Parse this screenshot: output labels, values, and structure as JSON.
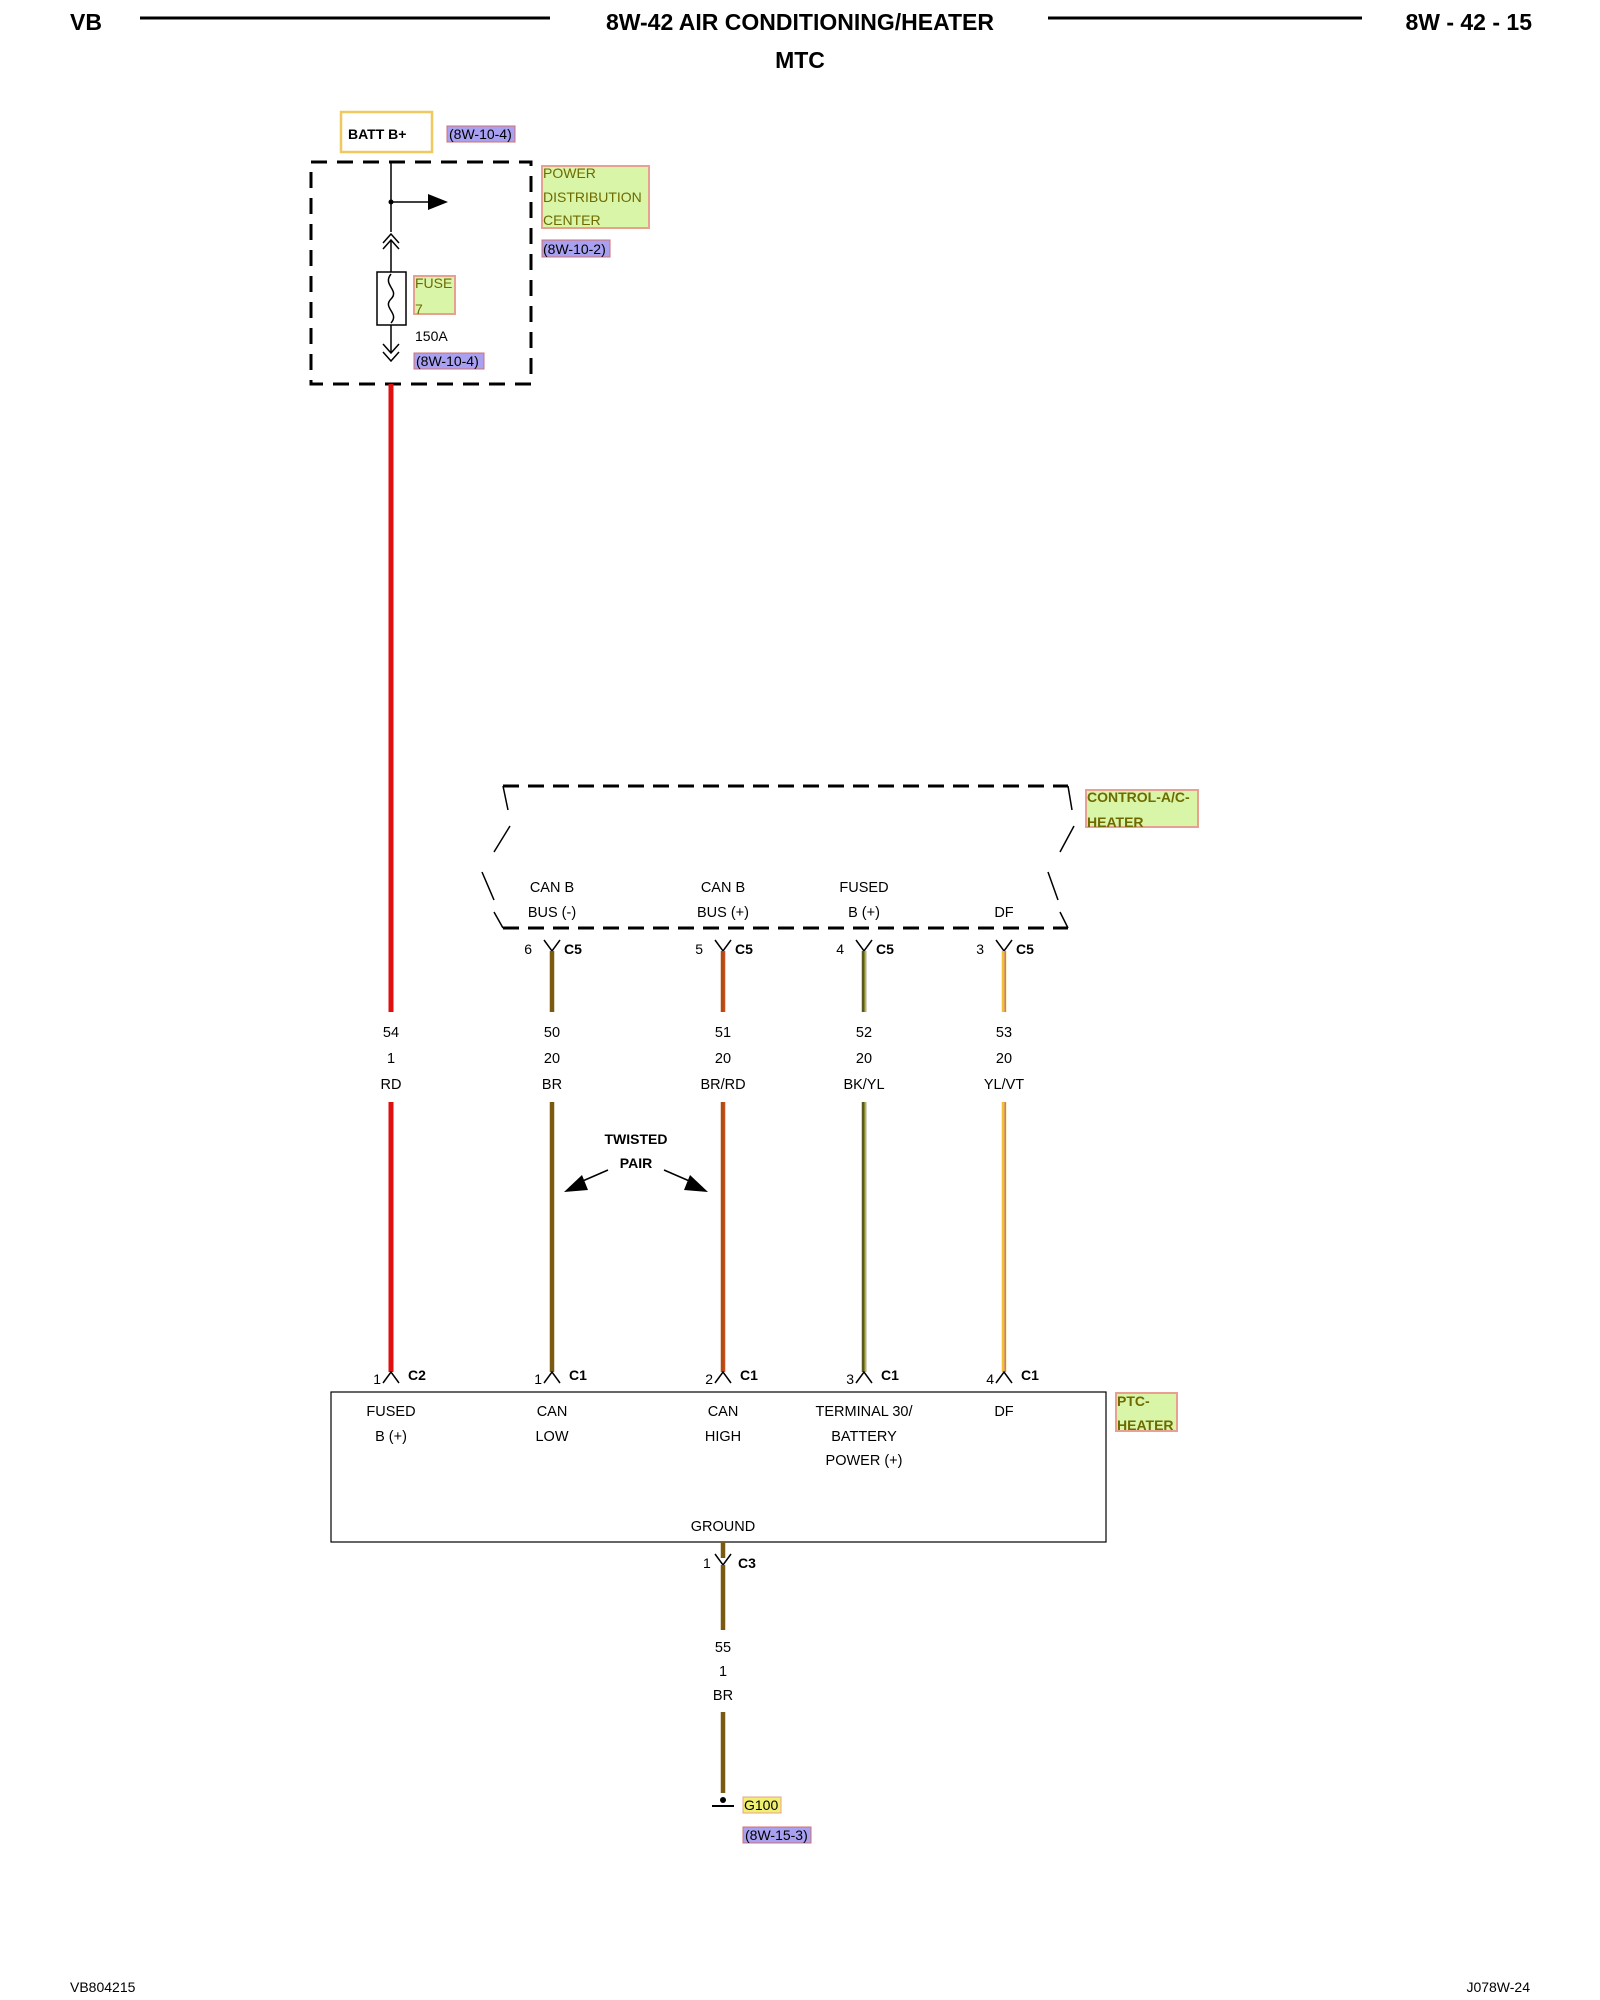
{
  "header": {
    "left": "VB",
    "title": "8W-42 AIR CONDITIONING/HEATER",
    "subtitle": "MTC",
    "page": "8W - 42 - 15"
  },
  "footer": {
    "left": "VB804215",
    "right": "J078W-24"
  },
  "batt": {
    "label": "BATT B+",
    "ref": "(8W-10-4)"
  },
  "pdc": {
    "name_line1": "POWER",
    "name_line2": "DISTRIBUTION",
    "name_line3": "CENTER",
    "ref": "(8W-10-2)",
    "fuse_line1": "FUSE",
    "fuse_line2": "7",
    "fuse_rating": "150A",
    "fuse_ref": "(8W-10-4)"
  },
  "control": {
    "name_line1": "CONTROL-A/C-",
    "name_line2": "HEATER",
    "pins": [
      {
        "l1": "CAN B",
        "l2": "BUS (-)",
        "pin": "6",
        "conn": "C5"
      },
      {
        "l1": "CAN B",
        "l2": "BUS (+)",
        "pin": "5",
        "conn": "C5"
      },
      {
        "l1": "FUSED",
        "l2": "B (+)",
        "pin": "4",
        "conn": "C5"
      },
      {
        "l1": "",
        "l2": "DF",
        "pin": "3",
        "conn": "C5"
      }
    ]
  },
  "wires": [
    {
      "circuit": "54",
      "gauge": "1",
      "color": "RD",
      "hex": "#e01010"
    },
    {
      "circuit": "50",
      "gauge": "20",
      "color": "BR",
      "hex": "#7a5a10"
    },
    {
      "circuit": "51",
      "gauge": "20",
      "color": "BR/RD",
      "hex": "#b04a10"
    },
    {
      "circuit": "52",
      "gauge": "20",
      "color": "BK/YL",
      "hex": "#5a5a20"
    },
    {
      "circuit": "53",
      "gauge": "20",
      "color": "YL/VT",
      "hex": "#f0c030"
    }
  ],
  "twisted_pair": {
    "line1": "TWISTED",
    "line2": "PAIR"
  },
  "ptc": {
    "name_line1": "PTC-",
    "name_line2": "HEATER",
    "pins": [
      {
        "pin": "1",
        "conn": "C2",
        "l1": "FUSED",
        "l2": "B (+)",
        "l3": ""
      },
      {
        "pin": "1",
        "conn": "C1",
        "l1": "CAN",
        "l2": "LOW",
        "l3": ""
      },
      {
        "pin": "2",
        "conn": "C1",
        "l1": "CAN",
        "l2": "HIGH",
        "l3": ""
      },
      {
        "pin": "3",
        "conn": "C1",
        "l1": "TERMINAL 30/",
        "l2": "BATTERY",
        "l3": "POWER (+)"
      },
      {
        "pin": "4",
        "conn": "C1",
        "l1": "DF",
        "l2": "",
        "l3": ""
      }
    ],
    "ground_label": "GROUND",
    "ground_pin": "1",
    "ground_conn": "C3"
  },
  "ground_wire": {
    "circuit": "55",
    "gauge": "1",
    "color": "BR",
    "hex": "#7a5a10"
  },
  "ground_point": {
    "name": "G100",
    "ref": "(8W-15-3)"
  },
  "colors": {
    "green_box": "#d8f5a8",
    "green_border": "#e8a090",
    "ref_box": "#a8a0f0",
    "batt_border": "#f0c860"
  }
}
